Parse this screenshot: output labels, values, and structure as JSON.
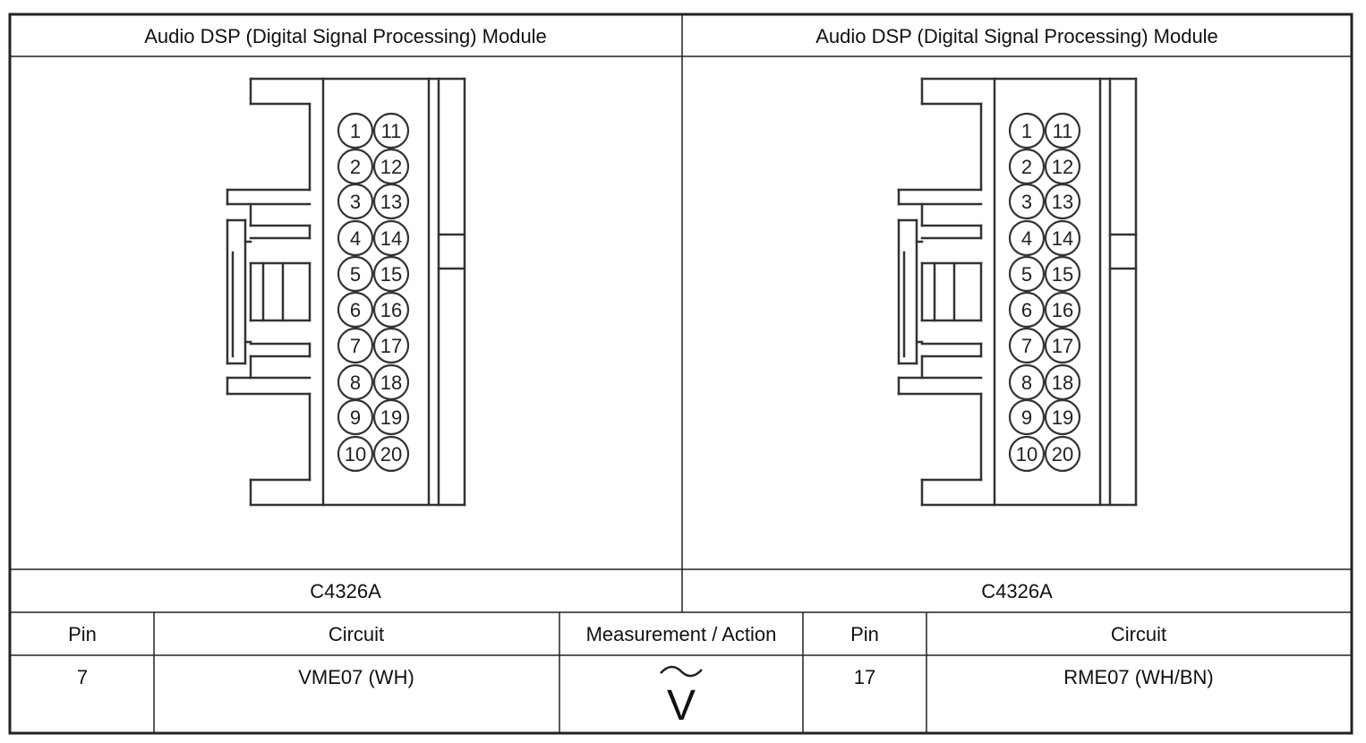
{
  "panels": [
    {
      "title": "Audio DSP (Digital Signal Processing) Module",
      "connector_id": "C4326A"
    },
    {
      "title": "Audio DSP (Digital Signal Processing) Module",
      "connector_id": "C4326A"
    }
  ],
  "connector": {
    "pins_left_column": [
      "1",
      "2",
      "3",
      "4",
      "5",
      "6",
      "7",
      "8",
      "9",
      "10"
    ],
    "pins_right_column": [
      "11",
      "12",
      "13",
      "14",
      "15",
      "16",
      "17",
      "18",
      "19",
      "20"
    ]
  },
  "table": {
    "headers": [
      "Pin",
      "Circuit",
      "Measurement / Action",
      "Pin",
      "Circuit"
    ],
    "row": {
      "pin_a": "7",
      "circuit_a": "VME07 (WH)",
      "measurement_icon": "ac-voltage-icon",
      "measurement_symbol": "V",
      "pin_b": "17",
      "circuit_b": "RME07 (WH/BN)"
    }
  }
}
